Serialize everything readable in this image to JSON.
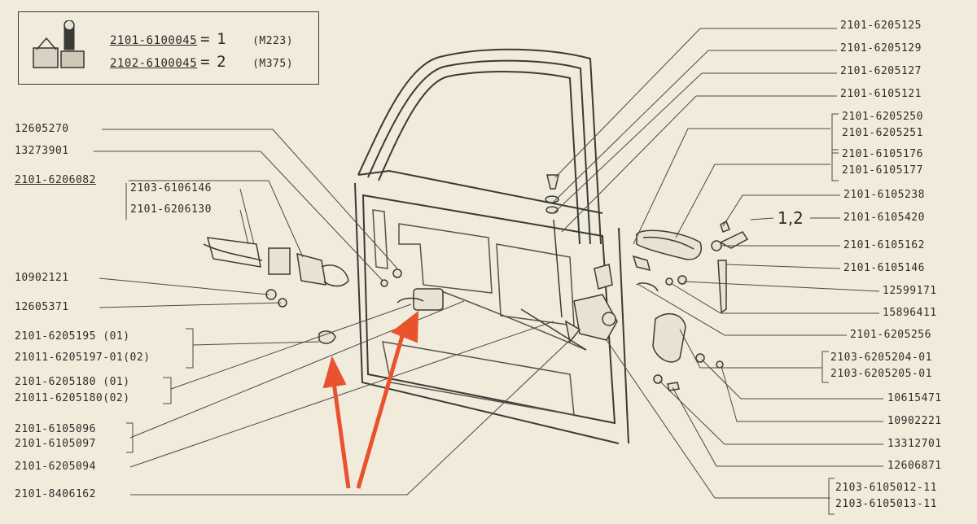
{
  "legend": {
    "rows": [
      {
        "code": "2101-6100045",
        "num": "1",
        "model": "(M223)"
      },
      {
        "code": "2102-6100045",
        "num": "2",
        "model": "(M375)"
      }
    ]
  },
  "left_labels": [
    "12605270",
    "13273901",
    "2101-6206082",
    "2103-6106146",
    "2101-6206130",
    "10902121",
    "12605371",
    "2101-6205195 (01)",
    "21011-6205197-01(02)",
    "2101-6205180 (01)",
    "21011-6205180(02)",
    "2101-6105096",
    "2101-6105097",
    "2101-6205094",
    "2101-8406162"
  ],
  "right_labels": [
    "2101-6205125",
    "2101-6205129",
    "2101-6205127",
    "2101-6105121",
    "2101-6205250",
    "2101-6205251",
    "2101-6105176",
    "2101-6105177",
    "2101-6105238",
    "2101-6105420",
    "2101-6105162",
    "2101-6105146",
    "12599171",
    "15896411",
    "2101-6205256",
    "2103-6205204-01",
    "2103-6205205-01",
    "10615471",
    "10902221",
    "13312701",
    "12606871",
    "2103-6105012-11",
    "2103-6105013-11"
  ],
  "callout": "1,2",
  "colors": {
    "paper": "#f1ebdc",
    "ink": "#2d2c29",
    "arrow": "#e8532e"
  }
}
